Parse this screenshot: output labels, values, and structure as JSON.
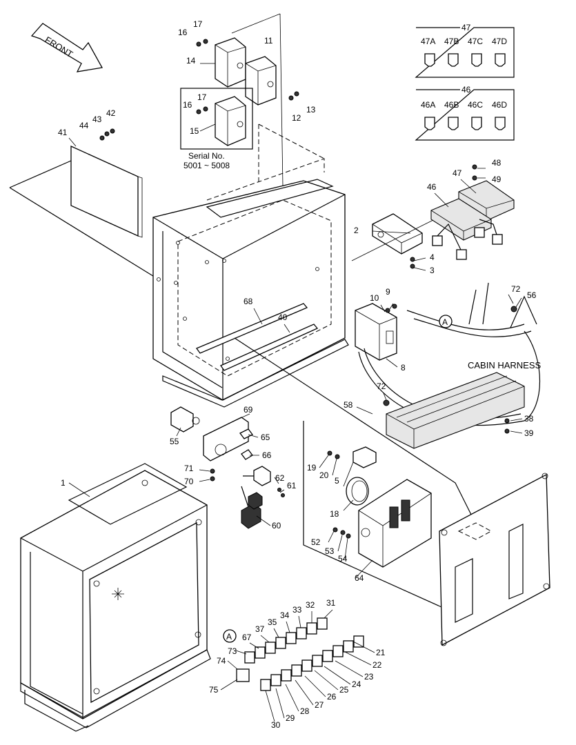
{
  "front_label": "FRONT",
  "serial_label_line1": "Serial No.",
  "serial_label_line2": "5001 ~ 5008",
  "cabin_harness_label": "CABIN HARNESS",
  "group_47": {
    "title": "47",
    "items": [
      "47A",
      "47B",
      "47C",
      "47D"
    ]
  },
  "group_46": {
    "title": "46",
    "items": [
      "46A",
      "46B",
      "46C",
      "46D"
    ]
  },
  "callouts": {
    "c1": "1",
    "c2": "2",
    "c3": "3",
    "c4": "4",
    "c5": "5",
    "c8": "8",
    "c9": "9",
    "c10": "10",
    "c11": "11",
    "c12": "12",
    "c13": "13",
    "c14": "14",
    "c15": "15",
    "c16a": "16",
    "c16b": "16",
    "c17a": "17",
    "c17b": "17",
    "c18": "18",
    "c19": "19",
    "c20": "20",
    "c21": "21",
    "c22": "22",
    "c23": "23",
    "c24": "24",
    "c25": "25",
    "c26": "26",
    "c27": "27",
    "c28": "28",
    "c29": "29",
    "c30": "30",
    "c31": "31",
    "c32": "32",
    "c33": "33",
    "c34": "34",
    "c35": "35",
    "c37": "37",
    "c38": "38",
    "c39": "39",
    "c40": "40",
    "c41": "41",
    "c42": "42",
    "c43": "43",
    "c44": "44",
    "c46": "46",
    "c47": "47",
    "c48": "48",
    "c49": "49",
    "c52": "52",
    "c53": "53",
    "c54": "54",
    "c55": "55",
    "c56": "56",
    "c58": "58",
    "c60": "60",
    "c61": "61",
    "c62": "62",
    "c64": "64",
    "c65": "65",
    "c66": "66",
    "c67": "67",
    "c68": "68",
    "c69": "69",
    "c70": "70",
    "c71": "71",
    "c72a": "72",
    "c72b": "72",
    "c73": "73",
    "c74": "74",
    "c75": "75",
    "marker_a1": "A",
    "marker_a2": "A"
  }
}
